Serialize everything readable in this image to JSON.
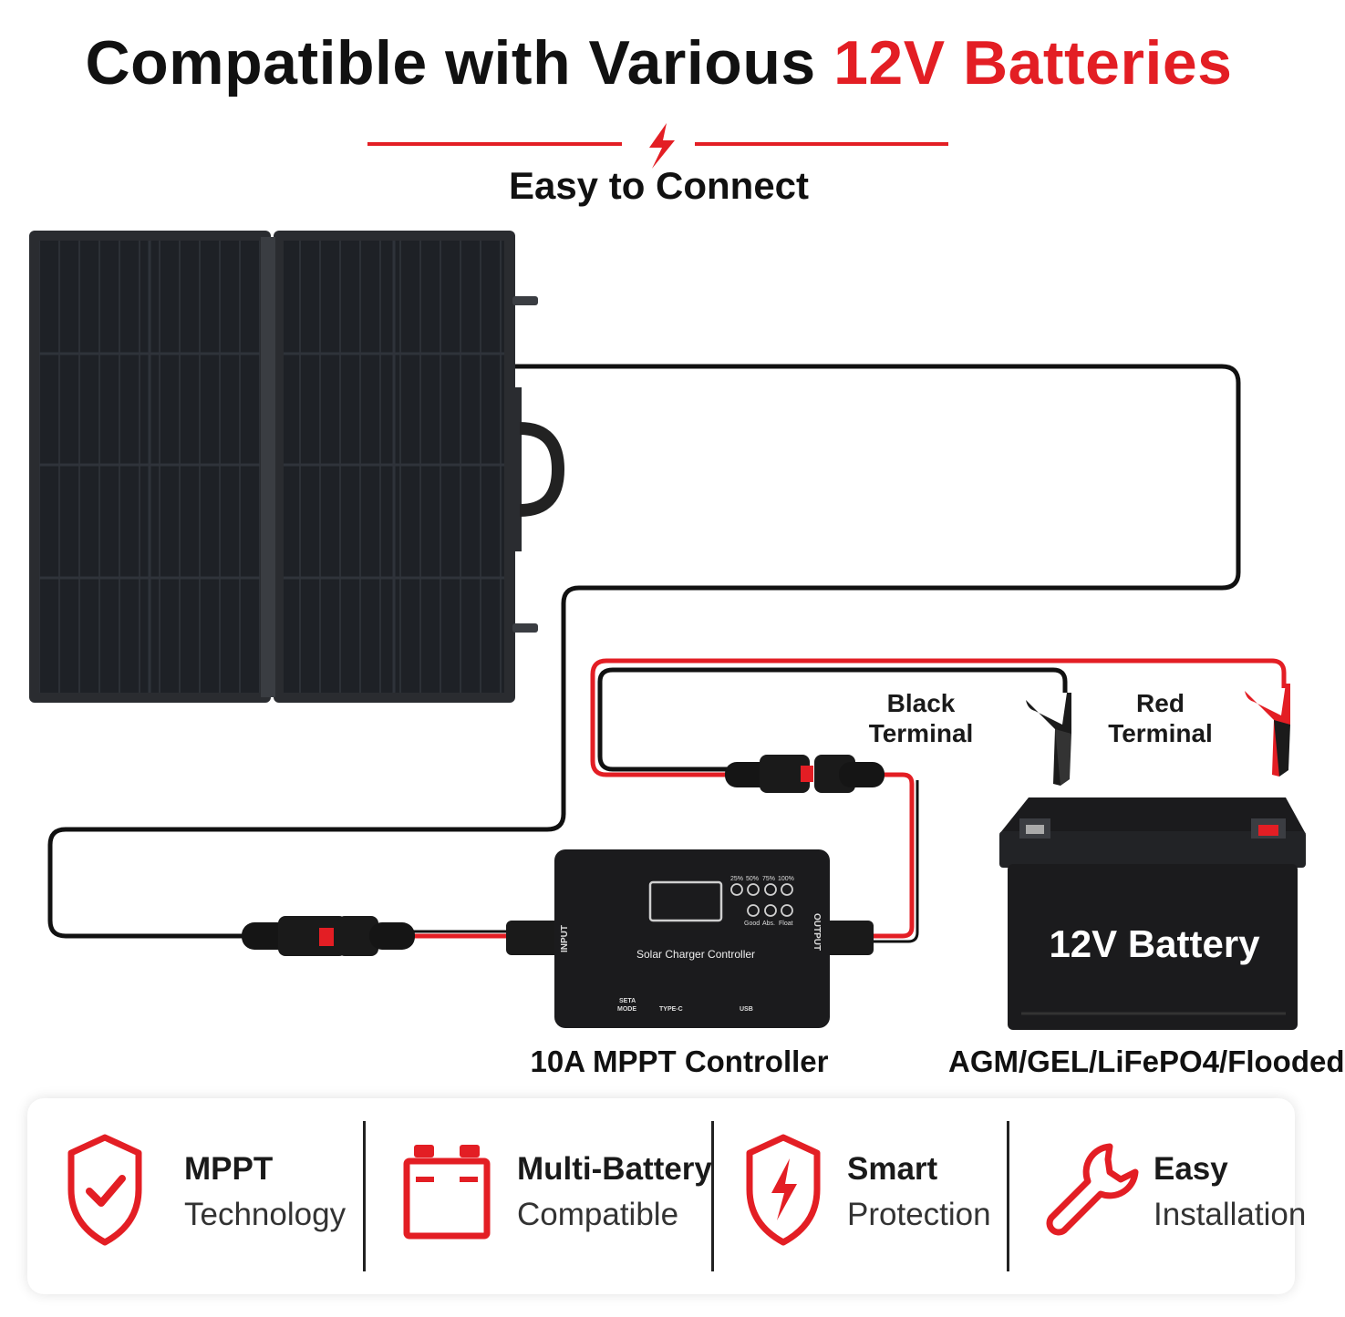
{
  "header": {
    "title_black": "Compatible with Various",
    "title_red": "12V Batteries",
    "subtitle": "Easy to Connect"
  },
  "diagram": {
    "clamp_black_label_1": "Black",
    "clamp_black_label_2": "Terminal",
    "clamp_red_label_1": "Red",
    "clamp_red_label_2": "Terminal",
    "controller": {
      "title": "Solar Charger Controller",
      "input_label": "INPUT",
      "output_label": "OUTPUT",
      "soc_labels": [
        "25%",
        "50%",
        "75%",
        "100%"
      ],
      "state_labels": [
        "Good",
        "Abs.",
        "Float"
      ],
      "port_seta": "SETA",
      "port_mode": "MODE",
      "port_typec": "TYPE-C",
      "port_usb": "USB",
      "caption": "10A MPPT Controller"
    },
    "battery": {
      "label": "12V Battery",
      "caption": "AGM/GEL/LiFePO4/Flooded"
    }
  },
  "features": [
    {
      "icon": "shield-check-icon",
      "line1": "MPPT",
      "line2": "Technology"
    },
    {
      "icon": "battery-icon",
      "line1": "Multi-Battery",
      "line2": "Compatible"
    },
    {
      "icon": "shield-bolt-icon",
      "line1": "Smart",
      "line2": "Protection"
    },
    {
      "icon": "wrench-icon",
      "line1": "Easy",
      "line2": "Installation"
    }
  ],
  "colors": {
    "accent": "#e31e24",
    "text": "#111111",
    "panel": "#1b1d21",
    "cable": "#111111"
  }
}
